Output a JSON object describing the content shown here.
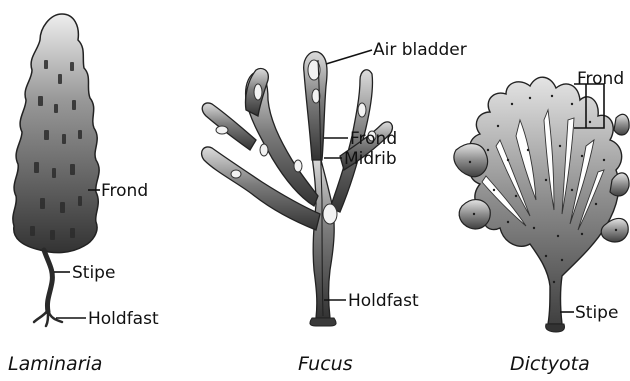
{
  "specimens": [
    {
      "caption": "Laminaria",
      "labels": {
        "frond": "Frond",
        "stipe": "Stipe",
        "holdfast": "Holdfast"
      }
    },
    {
      "caption": "Fucus",
      "labels": {
        "air_bladder": "Air bladder",
        "frond": "Frond",
        "midrib": "Midrib",
        "holdfast": "Holdfast"
      }
    },
    {
      "caption": "Dictyota",
      "labels": {
        "frond": "Frond",
        "stipe": "Stipe"
      }
    }
  ],
  "colors": {
    "ink": "#111111",
    "light": "#e6e6e6",
    "mid": "#8a8a8a",
    "dark": "#3c3c3c"
  }
}
